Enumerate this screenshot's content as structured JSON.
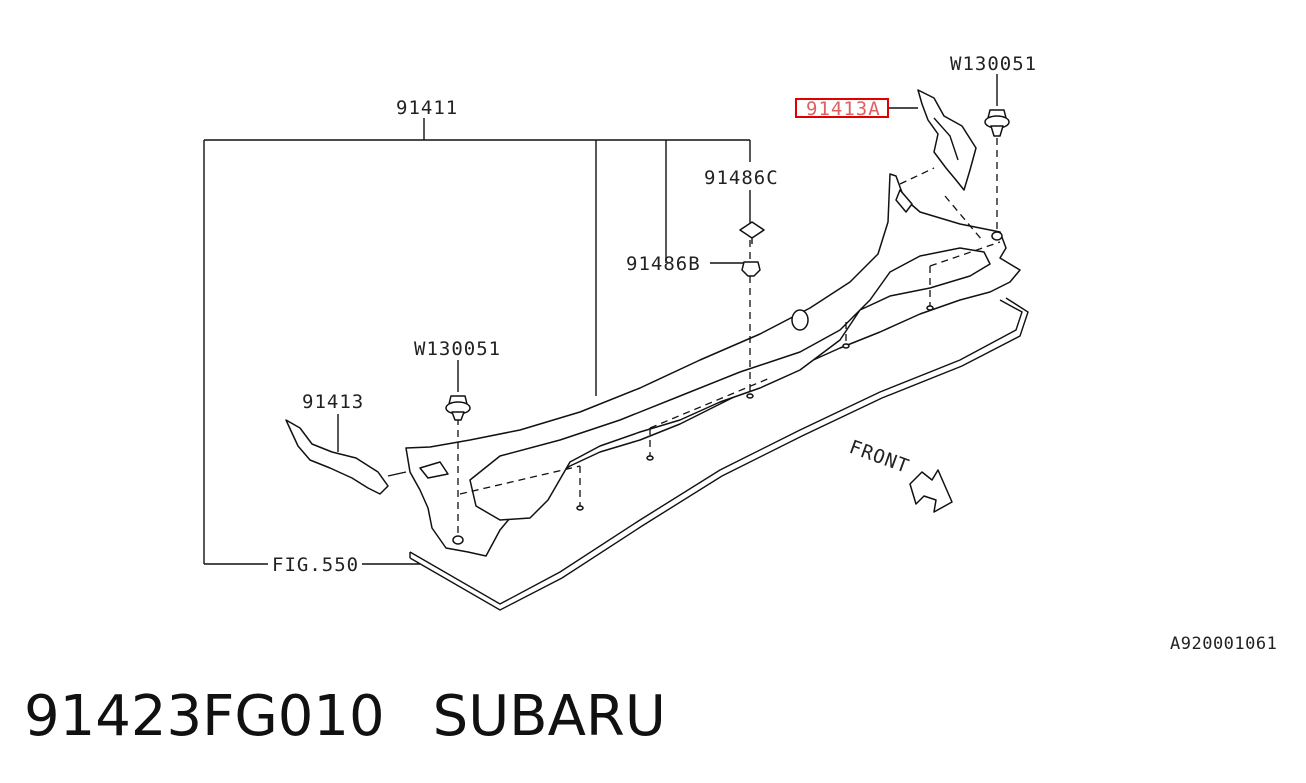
{
  "diagram": {
    "labels": {
      "assembly": "91411",
      "clip_c": "91486C",
      "clip_b": "91486B",
      "clip_top": "W130051",
      "clip_left": "W130051",
      "cover_right": "91413A",
      "cover_left": "91413",
      "fig_ref": "FIG.550",
      "front": "FRONT"
    },
    "highlight_color": "#e00000",
    "code_ref": "A920001061"
  },
  "footer": {
    "part_number": "91423FG010",
    "brand": "SUBARU"
  }
}
